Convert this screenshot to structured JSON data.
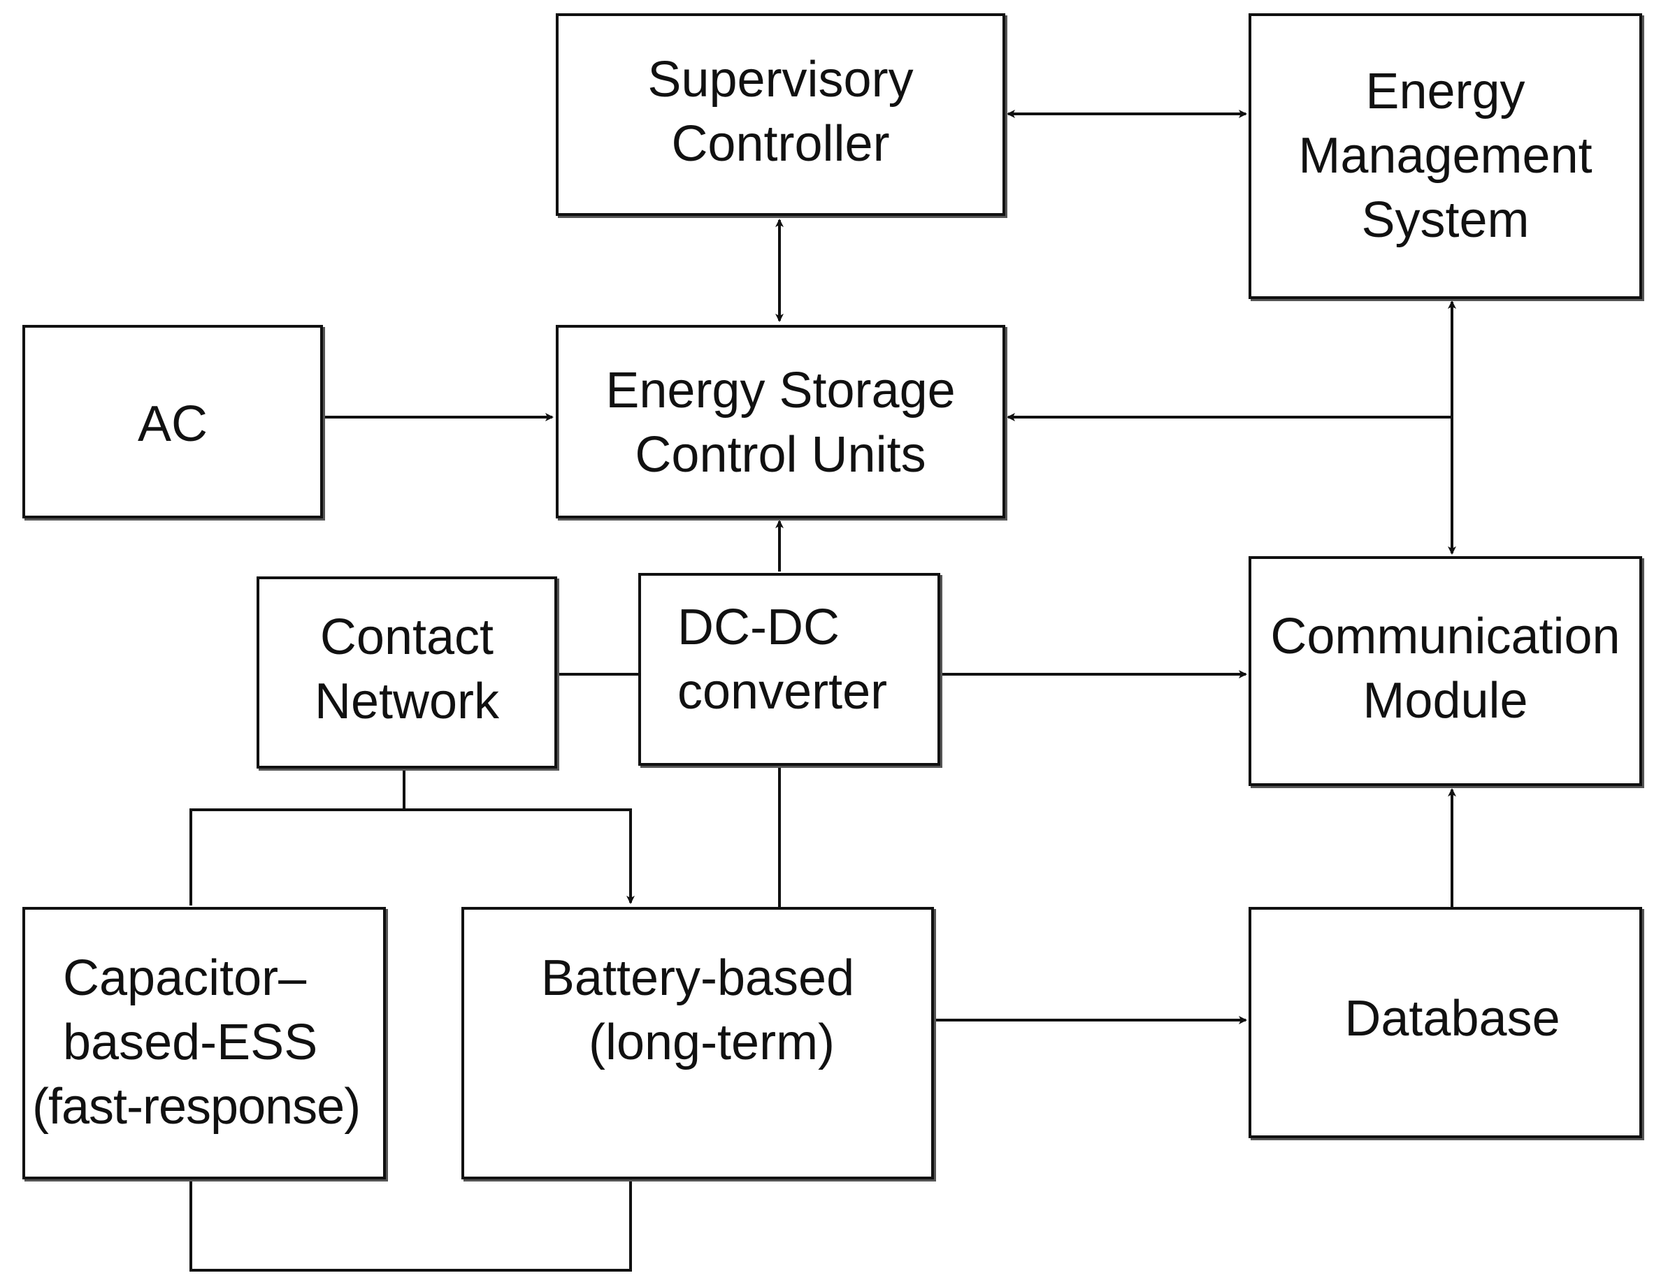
{
  "colors": {
    "stroke": "#111111",
    "background": "#ffffff"
  },
  "nodes": {
    "supervisory": {
      "lines": [
        "Supervisory",
        "Controller"
      ]
    },
    "ems": {
      "lines": [
        "Energy",
        "Management",
        "System"
      ]
    },
    "ac": {
      "lines": [
        "AC"
      ]
    },
    "escu": {
      "lines": [
        "Energy Storage",
        "Control Units"
      ]
    },
    "contact": {
      "lines": [
        "Contact",
        "Network"
      ]
    },
    "dcdc": {
      "lines": [
        "DC-DC",
        "converter"
      ]
    },
    "comm": {
      "lines": [
        "Communication",
        "Module"
      ]
    },
    "capacitor": {
      "lines": [
        "Capacitor–",
        "based-ESS",
        "(fast-response)"
      ]
    },
    "battery": {
      "lines": [
        "Battery-based",
        "(long-term)"
      ]
    },
    "database": {
      "lines": [
        "Database"
      ]
    }
  },
  "edges": [
    {
      "from": "supervisory",
      "to": "ems",
      "direction": "both"
    },
    {
      "from": "supervisory",
      "to": "escu",
      "direction": "both"
    },
    {
      "from": "ac",
      "to": "escu",
      "direction": "forward"
    },
    {
      "from": "ems",
      "to": "escu",
      "direction": "forward"
    },
    {
      "from": "ems",
      "to": "comm",
      "direction": "both"
    },
    {
      "from": "dcdc",
      "to": "escu",
      "direction": "forward"
    },
    {
      "from": "contact",
      "to": "dcdc",
      "direction": "none"
    },
    {
      "from": "dcdc",
      "to": "comm",
      "direction": "forward"
    },
    {
      "from": "contact",
      "to": "capacitor",
      "direction": "none"
    },
    {
      "from": "contact",
      "to": "battery",
      "direction": "forward"
    },
    {
      "from": "dcdc",
      "to": "battery",
      "direction": "none"
    },
    {
      "from": "capacitor",
      "to": "battery",
      "direction": "none"
    },
    {
      "from": "battery",
      "to": "database",
      "direction": "forward"
    },
    {
      "from": "database",
      "to": "comm",
      "direction": "forward"
    }
  ]
}
